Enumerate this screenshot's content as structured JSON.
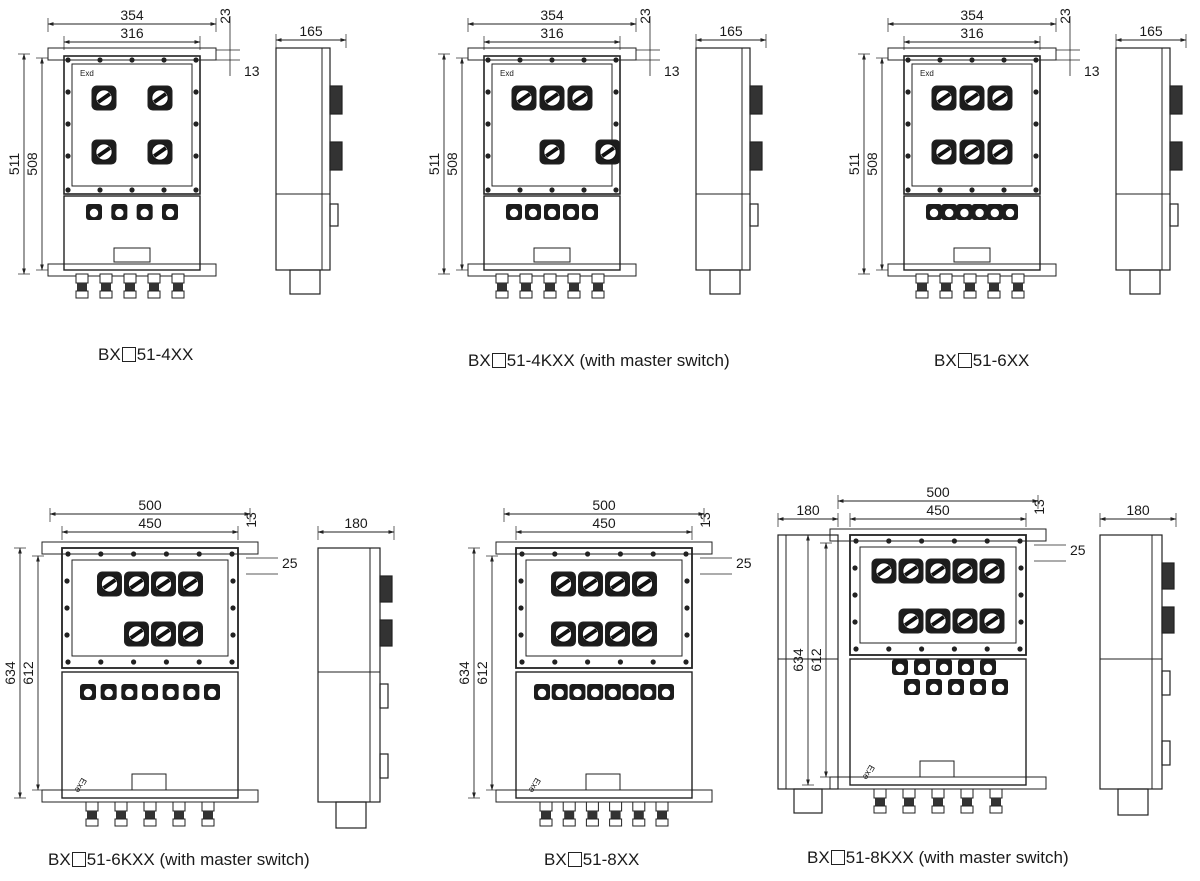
{
  "drawings": [
    {
      "caption_prefix": "BX",
      "caption_suffix": "51-4XX",
      "dims": {
        "outer_width": "354",
        "inner_width": "316",
        "outer_height": "511",
        "inner_height": "508",
        "top_offset": "23",
        "side_offset": "13",
        "depth": "165"
      },
      "marking": "Exd",
      "switch_rows": [
        2,
        2
      ],
      "sockets": 4,
      "glands": 5
    },
    {
      "caption_prefix": "BX",
      "caption_suffix": "51-4KXX (with master switch)",
      "dims": {
        "outer_width": "354",
        "inner_width": "316",
        "outer_height": "511",
        "inner_height": "508",
        "top_offset": "23",
        "side_offset": "13",
        "depth": "165"
      },
      "marking": "Exd",
      "switch_rows": [
        3,
        2
      ],
      "sockets": 5,
      "glands": 5
    },
    {
      "caption_prefix": "BX",
      "caption_suffix": "51-6XX",
      "dims": {
        "outer_width": "354",
        "inner_width": "316",
        "outer_height": "511",
        "inner_height": "508",
        "top_offset": "23",
        "side_offset": "13",
        "depth": "165"
      },
      "marking": "Exd",
      "switch_rows": [
        3,
        3
      ],
      "sockets": 6,
      "glands": 5
    },
    {
      "caption_prefix": "BX",
      "caption_suffix": "51-6KXX (with master switch)",
      "dims": {
        "outer_width": "500",
        "inner_width": "450",
        "outer_height": "634",
        "inner_height": "612",
        "top_offset": "13",
        "side_offset": "25",
        "depth": "180"
      },
      "marking": "Exe",
      "switch_rows": [
        4,
        3
      ],
      "sockets": 7,
      "glands": 5
    },
    {
      "caption_prefix": "BX",
      "caption_suffix": "51-8XX",
      "dims": {
        "outer_width": "500",
        "inner_width": "450",
        "outer_height": "634",
        "inner_height": "612",
        "top_offset": "13",
        "side_offset": "25",
        "depth": "180"
      },
      "marking": "Exe",
      "switch_rows": [
        4,
        4
      ],
      "sockets": 8,
      "glands": 6
    },
    {
      "caption_prefix": "BX",
      "caption_suffix": "51-8KXX (with master switch)",
      "dims": {
        "outer_width": "500",
        "inner_width": "450",
        "outer_height": "634",
        "inner_height": "612",
        "top_offset": "13",
        "side_offset": "25",
        "depth": "180",
        "rear_depth": "180"
      },
      "marking": "Exe",
      "switch_rows": [
        5,
        4
      ],
      "sockets": 10,
      "glands": 5
    }
  ]
}
